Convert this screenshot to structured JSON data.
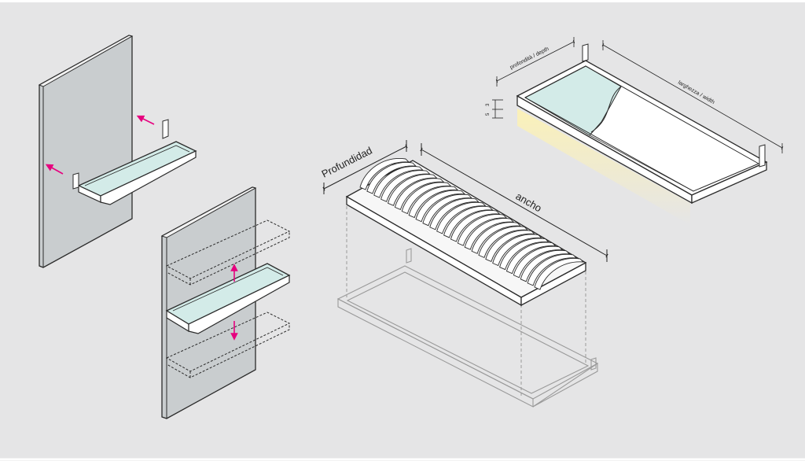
{
  "labels": {
    "depth_es": "Profundidad",
    "width_es": "ancho",
    "depth_it_en": "profondità / depth",
    "width_it_en": "larghezza / width",
    "dim_top": "3",
    "dim_bottom": "5"
  },
  "colors": {
    "background": "#e5e5e6",
    "panel": "#c9cdcf",
    "outline": "#2b2b2b",
    "glass": "#d3ebe8",
    "arrow": "#e6007e",
    "led_glow": "#fbf4c8",
    "faint": "#9a9a9a"
  }
}
